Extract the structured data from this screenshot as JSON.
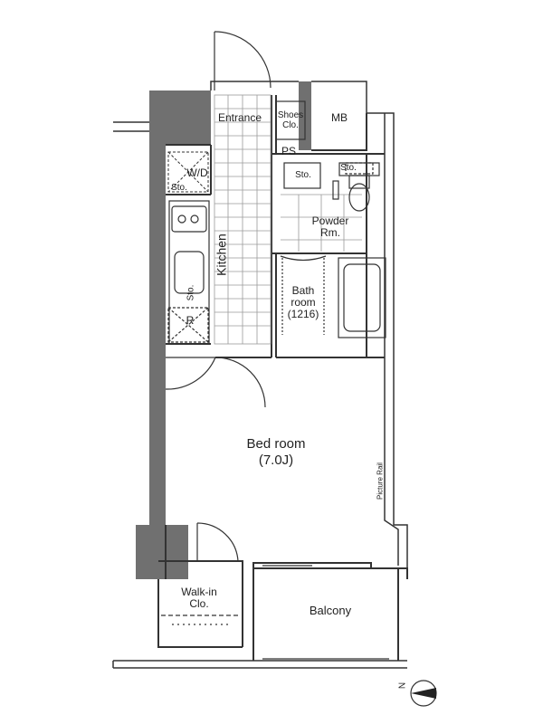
{
  "rooms": {
    "entrance": "Entrance",
    "shoes": "Shoes\nClo.",
    "mb": "MB",
    "ps": "PS",
    "wd": "W/D",
    "sto_left": "Sto.",
    "sto_mid": "Sto.",
    "sto_right": "Sto.",
    "kitchen": "Kitchen",
    "sto_kitchen": "Sto.",
    "fridge": "R",
    "powder": "Powder\nRm.",
    "bath": "Bath\nroom\n(1216)",
    "bedroom": "Bed room\n(7.0J)",
    "picture_rail": "Picture Rail",
    "walkin": "Walk-in\nClo.",
    "balcony": "Balcony"
  },
  "compass": {
    "label": "N"
  },
  "colors": {
    "wall": "#707070",
    "line": "#333333",
    "tile": "#9a9a9a"
  }
}
